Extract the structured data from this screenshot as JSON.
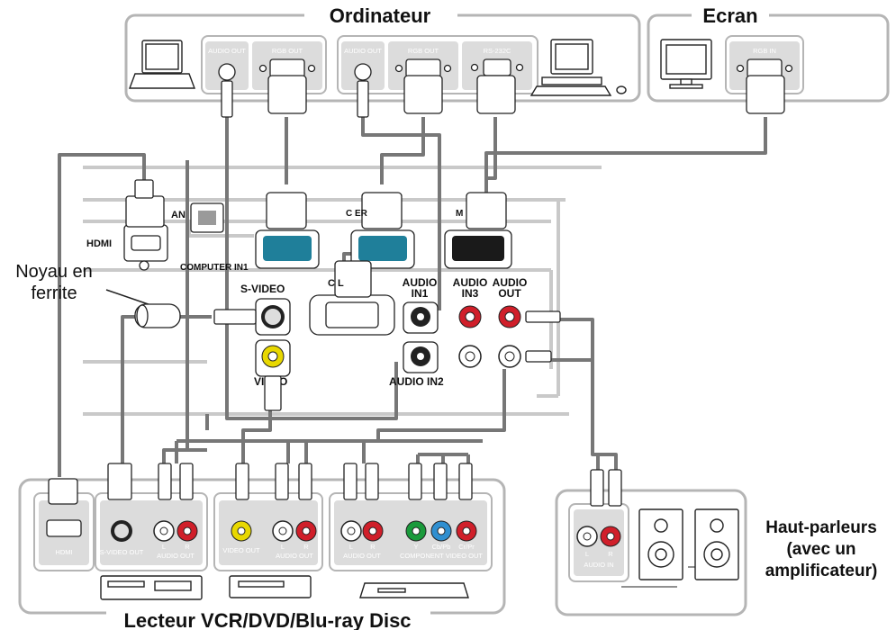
{
  "groups": {
    "computer": "Ordinateur",
    "screen": "Ecran",
    "player": "Lecteur VCR/DVD/Blu-ray Disc",
    "speakers": [
      "Haut-parleurs",
      "(avec un",
      "amplificateur)"
    ]
  },
  "callout": {
    "ferrite": [
      "Noyau en",
      "ferrite"
    ]
  },
  "computer_ports": {
    "pc1_audio": "AUDIO OUT",
    "pc1_rgb": "RGB OUT",
    "pc2_audio": "AUDIO OUT",
    "pc2_rgb": "RGB OUT",
    "pc2_rs232": "RS-232C"
  },
  "screen_ports": {
    "rgb_in": "RGB IN"
  },
  "projector_labels": {
    "lan": "AN",
    "hdmi": "HDMI",
    "computer_in1": "COMPUTER IN1",
    "computer_in2": "C          ER",
    "monitor": "M         ",
    "s_video": "S-VIDEO",
    "control": "C     L",
    "audio_in1": [
      "AUDIO",
      "IN1"
    ],
    "audio_in3": [
      "AUDIO",
      "IN3"
    ],
    "audio_out": [
      "AUDIO",
      "OUT"
    ],
    "video": "VIDEO",
    "audio_in2": "AUDIO IN2"
  },
  "player_ports": {
    "hdmi": "HDMI",
    "svideo_out": "S-VIDEO OUT",
    "lr": [
      "L",
      "R"
    ],
    "audio_out": "AUDIO OUT",
    "video_out": "VIDEO OUT",
    "component": [
      "Y",
      "Cb/Pb",
      "Cr/Pr"
    ],
    "component_out": "COMPONENT VIDEO OUT"
  },
  "speaker_ports": {
    "lr": [
      "L",
      "R"
    ],
    "audio_in": "AUDIO IN"
  }
}
